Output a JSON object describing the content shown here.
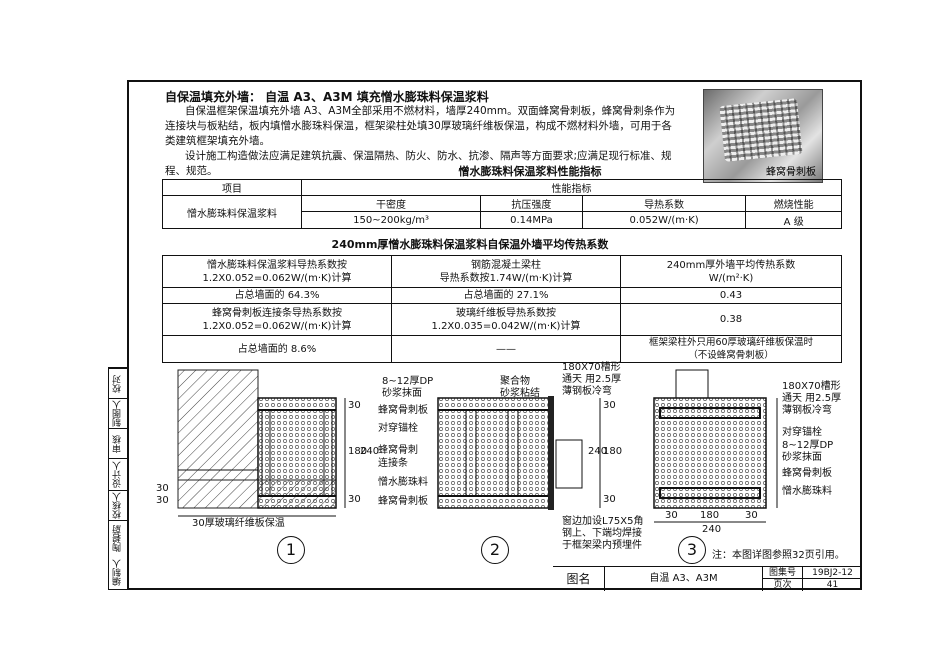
{
  "header": {
    "title": "自保温填充外墙：  自温 A3、A3M 填充憎水膨珠料保温浆料",
    "paragraphs": [
      "自保温框架保温填充外墙 A3、A3M全部采用不燃材料，墙厚240mm。双面蜂窝骨刺板，蜂窝骨刺条作为",
      "连接块与板粘结，板内填憎水膨珠料保温，框架梁柱处填30厚玻璃纤维板保温，构成不燃材料外墙，可用于各",
      "类建筑框架填充外墙。",
      "设计施工构造做法应满足建筑抗震、保温隔热、防火、防水、抗渗、隔声等方面要求;应满足现行标准、规",
      "程、规范。"
    ],
    "photo_caption": "蜂窝骨刺板"
  },
  "table1": {
    "title": "憎水膨珠料保温浆料性能指标",
    "col_item": "项目",
    "col_perf": "性能指标",
    "sub_headers": [
      "干密度",
      "抗压强度",
      "导热系数",
      "燃烧性能"
    ],
    "row_label": "憎水膨珠料保温浆料",
    "row_values": [
      "150~200kg/m³",
      "0.14MPa",
      "0.052W/(m·K)",
      "A 级"
    ]
  },
  "table2": {
    "title": "240mm厚憎水膨珠料保温浆料自保温外墙平均传热系数",
    "r1": [
      "憎水膨珠料保温浆料导热系数按\n1.2X0.052=0.062W/(m·K)计算",
      "钢筋混凝土梁柱\n导热系数按1.74W/(m·K)计算",
      "240mm厚外墙平均传热系数\nW/(m²·K)"
    ],
    "r2": [
      "占总墙面的 64.3%",
      "占总墙面的 27.1%",
      "0.43"
    ],
    "r3": [
      "蜂窝骨刺板连接条导热系数按\n1.2X0.052=0.062W/(m·K)计算",
      "玻璃纤维板导热系数按\n1.2X0.035=0.042W/(m·K)计算",
      "0.38"
    ],
    "r4": [
      "占总墙面的 8.6%",
      "——",
      "框架梁柱外只用60厚玻璃纤维板保温时\n（不设蜂窝骨刺板）"
    ]
  },
  "drawing": {
    "d1_labels": [
      "8~12厚DP",
      "砂浆抹面",
      "30厚玻璃纤维板保温"
    ],
    "d1_dims": [
      "30",
      "180",
      "30",
      "240",
      "30",
      "30"
    ],
    "d2_labels": [
      "聚合物",
      "砂浆粘结",
      "蜂窝骨刺板",
      "对穿锚栓",
      "蜂窝骨刺",
      "连接条",
      "憎水膨珠料",
      "蜂窝骨刺板",
      "180X70槽形",
      "通天 用2.5厚",
      "薄钢板冷弯",
      "窗边加设L75X5角",
      "钢上、下端均焊接",
      "于框架梁内预埋件"
    ],
    "d2_dims": [
      "30",
      "180",
      "30",
      "240"
    ],
    "d3_labels": [
      "180X70槽形",
      "通天 用2.5厚",
      "薄钢板冷弯",
      "对穿锚栓",
      "8~12厚DP",
      "砂浆抹面",
      "蜂窝骨刺板",
      "憎水膨珠料"
    ],
    "d3_dims": [
      "30",
      "180",
      "30",
      "240"
    ],
    "circles": [
      "1",
      "2",
      "3"
    ]
  },
  "note": "注：本图详图参照32页引用。",
  "titleblock": {
    "name_label": "图名",
    "name": "自温 A3、A3M",
    "atlas_label": "图集号",
    "atlas": "19BJ2-12",
    "page_label": "页次",
    "page": "41"
  },
  "sidestrip": [
    "校对",
    "制图人",
    "审核",
    "设计人",
    "校核人",
    "陶碧蔚",
    "编制人"
  ]
}
